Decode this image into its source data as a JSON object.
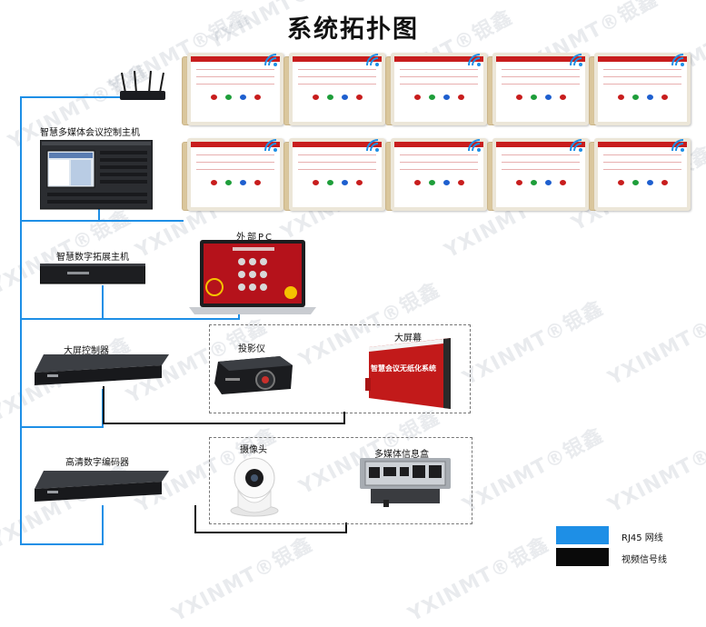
{
  "title": "系统拓扑图",
  "watermark": "YXINMT®银鑫",
  "devices": {
    "control_host": "智慧多媒体会议控制主机",
    "expansion_host": "智慧数字拓展主机",
    "external_pc": "外部PC",
    "screen_controller": "大屏控制器",
    "projector": "投影仪",
    "big_screen": "大屏幕",
    "big_screen_text": "智慧会议无纸化系统",
    "encoder": "高清数字编码器",
    "camera": "摄像头",
    "info_box": "多媒体信息盒"
  },
  "legend": [
    {
      "label": "RJ45 网线",
      "color": "#1e8fe6"
    },
    {
      "label": "视频信号线",
      "color": "#0a0a0a"
    }
  ],
  "colors": {
    "network": "#1e8fe6",
    "video": "#111111",
    "accent": "#c81d1d"
  }
}
